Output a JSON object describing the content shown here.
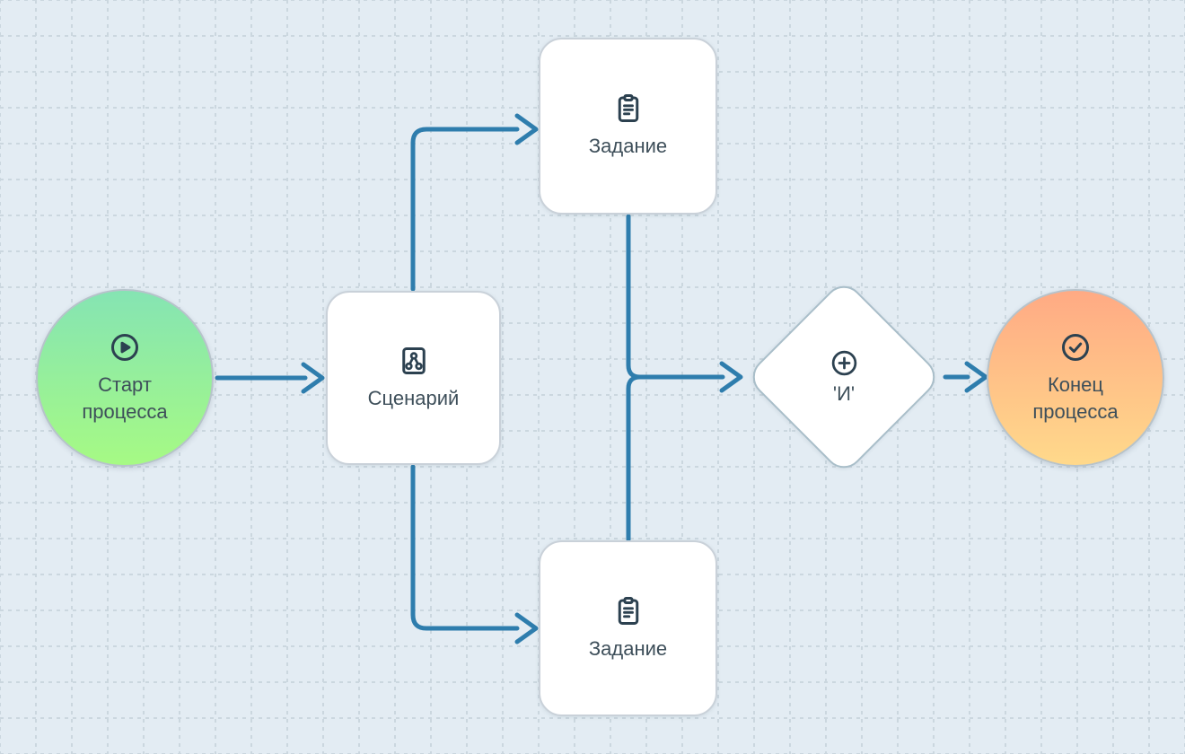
{
  "canvas": {
    "background_color": "#e3ecf3",
    "grid_color": "#cbd7df",
    "connector_color": "#2e7dad"
  },
  "nodes": {
    "start": {
      "label": "Старт процесса",
      "icon": "play-circle-icon",
      "color_top": "#85e4b3",
      "color_bottom": "#a6fa84"
    },
    "scenario": {
      "label": "Сценарий",
      "icon": "scenario-tree-icon"
    },
    "task_top": {
      "label": "Задание",
      "icon": "clipboard-list-icon"
    },
    "task_bottom": {
      "label": "Задание",
      "icon": "clipboard-list-icon"
    },
    "gateway": {
      "label": "'И'",
      "icon": "plus-circle-icon"
    },
    "end": {
      "label": "Конец процесса",
      "icon": "check-circle-icon",
      "color_top": "#ffaa84",
      "color_bottom": "#ffd98b"
    }
  },
  "edges": [
    {
      "from": "start",
      "to": "scenario"
    },
    {
      "from": "scenario",
      "to": "task_top"
    },
    {
      "from": "scenario",
      "to": "task_bottom"
    },
    {
      "from": "task_top",
      "to": "gateway"
    },
    {
      "from": "task_bottom",
      "to": "gateway"
    },
    {
      "from": "gateway",
      "to": "end"
    }
  ]
}
